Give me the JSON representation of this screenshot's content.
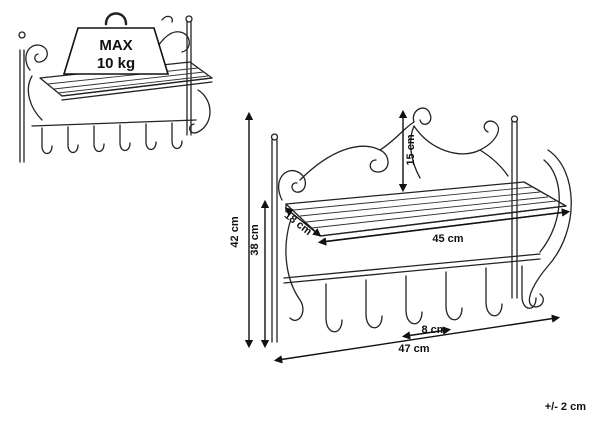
{
  "weight_label": {
    "line1": "MAX",
    "line2": "10 kg"
  },
  "dimensions": {
    "total_height": "42 cm",
    "shelf_height": "38 cm",
    "depth": "18 cm",
    "shelf_width": "45 cm",
    "crest_height": "15 cm",
    "hook_spacing": "8 cm",
    "total_width": "47 cm"
  },
  "tolerance": "+/- 2 cm",
  "colors": {
    "ink": "#222222",
    "background": "#ffffff"
  },
  "icons": [
    "weight-icon",
    "shelf-illustration"
  ]
}
